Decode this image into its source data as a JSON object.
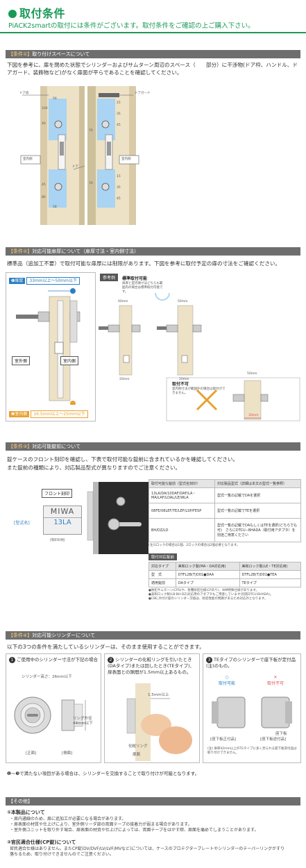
{
  "header": {
    "title": "取付条件",
    "subtitle": "PiACK2smartの取付には条件がございます。取付条件をご確認の上ご購入下さい。"
  },
  "cond1": {
    "label": "【条件①】",
    "title": "取り付けスペースについて",
    "text": "下図を参考に、扉を閉めた状態でシリンダーおよびサムターン周辺のスペース（　　部分）に干渉物(ドア枠、ハンドル、ドアガード、装飾物など)がなく扉面が平らであることを確認してください。",
    "diagram": {
      "door_frame_label": "ドア枠",
      "door_guard_label": "ドアガード",
      "door_label": "ドア",
      "indoor_left": "室内側",
      "indoor_right": "室内側",
      "dims": [
        "56",
        "100",
        "40",
        "45",
        "80",
        "58",
        "70",
        "15",
        "35",
        "45",
        "70",
        "15",
        "35",
        "45"
      ]
    }
  },
  "cond2": {
    "label": "【条件②】",
    "title": "対応可能扉厚について（扉厚寸法・室内側寸法）",
    "text": "標準品（追加工不要）で取付可能な扉厚には制限があります。下図を参考に取付予定の扉の寸法をご確認ください。",
    "thickness_label": "❶扉厚",
    "thickness_value": "33mm以上〜50mm以下",
    "indoor_label": "❷室内側",
    "indoor_value": "16.5mm以上〜25mm以下",
    "outdoor": "室外側",
    "indoor": "室内側",
    "ref_label": "参考例",
    "ok_label": "標準取付可能",
    "ok_note": "扉厚と室内側寸法どちらも範囲内の場合は標準取付可能です。",
    "d40": "40mm",
    "d50": "50mm",
    "d20a": "20mm",
    "d20b": "20mm",
    "ng_label": "取付不可",
    "ng_note": "室内側寸法が範囲外の場合は取付ができません。",
    "d50b": "50mm",
    "d30": "30mm"
  },
  "cond3": {
    "label": "【条件③】",
    "title": "対応可能錠前について",
    "text1": "錠ケースのフロント刻印を確認し、下表で取付可能な錠前に含まれているかを確認してください。",
    "text2": "また錠前の種類により、対応製品型式が異なりますのでご注意ください。",
    "front_label": "フロント刻印",
    "type_label": "[型式名]",
    "engrave_top": "MIWA",
    "engrave_bottom": "13LA",
    "example_note": "[刻印の例]",
    "table_headers": [
      "取付可能な錠前（型式名刻印）",
      "対応製品型式（詳細は本文の型式一覧参照）"
    ],
    "table_rows": [
      [
        "13LA/DA/10DAF/DAF/LA・MA/LAF/LDAL/LE/WLA",
        "型式一覧の記載でDAを選択"
      ],
      [
        "08FE/08LEF/TE/LEF/LSP/FESP",
        "型式一覧の記載でTEを選択"
      ],
      [
        "BH/DZ/LD",
        "型式一覧の記載でDAもしくはTEを選択(どちらでも可)　さらにDTCU−BHADA（取付用アダプタ）を別途ご用意ください"
      ]
    ],
    "table_note": "(注)1ロックの場合は1個、2ロックの場合は2個必要となります。",
    "compat_title": "取付対応錠前",
    "compat_headers": [
      "対応タイプ",
      "美和ロック製(MA・DA対応用)",
      "美和ロック製(LE・TE対応用)"
    ],
    "compat_rows": [
      [
        "型　式",
        "DTFL2B(T)D01●DAA",
        "DTFL2B(T)D01●TEA"
      ],
      [
        "適用錠前",
        "DAタイプ",
        "TEタイプ"
      ]
    ],
    "footnotes": [
      "●防犯サムターン(CPS)や、各種防犯仕様(CPあり)、WM特殊仕様があります。",
      "●美和ロック製(LB-BH-DZ)対応用のアダプタもご用意しています(別売DTCU-BHADA)。",
      "●CBE,外付け錠のシリンダー交換は、防犯性能の問題があるため対応外となります。"
    ]
  },
  "cond4": {
    "label": "【条件④】",
    "title": "対応可能シリンダーについて",
    "text": "以下の3つの条件を満たしているシリンダーは、そのまま使用することができます。",
    "card1_title": "ご使用中のシリンダー寸法が下記の場合",
    "card1_height": "シリンダー高さ：26mm以下",
    "card1_ring": "リング外径44mm以下",
    "card1_front": "[正面]",
    "card1_side": "[側面]",
    "card2_title": "シリンダーの化粧リングを引いたとき(DAタイプ)または回したとき(TEタイプ)、扉表面との隙間が1.5mm以上あるもの。",
    "card2_gap": "1.5mm以上",
    "card2_ring": "化粧リング",
    "card2_door": "扉面",
    "card3_title": "TEタイプのシリンダーで座下板が定付品(注)のもの。",
    "card3_ok": "取付可能",
    "card3_ng": "取付不可",
    "card3_seat1": "[座下板正付品]",
    "card3_seat2": "[座下板逆付品]",
    "card3_seat_label": "座下板",
    "card3_note": "(注) 扉厚42mm以上のTEタイプに多く見られる座下板逆付品は取り付けできません。",
    "footer": "❶〜❸で満たない項目がある場合は、シリンダーを交換することで取り付けが可能となります。"
  },
  "other": {
    "bar": "【その他】",
    "h1": "①本製品について",
    "lines1": [
      "・扉内通線のため、扉に追加工が必要になる場合があります。",
      "・扉表面の材質や仕上げにより、室外側リーダ部の両面テープの接着力が弱まる場合があります。",
      "・室外側ユニットを取り外す場合、扉表面の材質や仕上げによっては、両面テープをはがす際、扉面を痛めてしまうことがあります。"
    ],
    "h2": "②官民適合仕様(CP錠)について",
    "lines2": [
      "官民適合仕様はありません。またCP錠(DV/DVF/LV/LVF/MVなど)については、ケースのプロテクタープレートやシリンダーのテーパーリングがすり",
      "落ちるため、取り付けできませんのでご注意ください。"
    ]
  },
  "colors": {
    "accent": "#1a9a57",
    "bar": "#6e6e6e",
    "blue": "#2b7fc3",
    "orange": "#e8a030",
    "space": "#a9d4f3"
  }
}
